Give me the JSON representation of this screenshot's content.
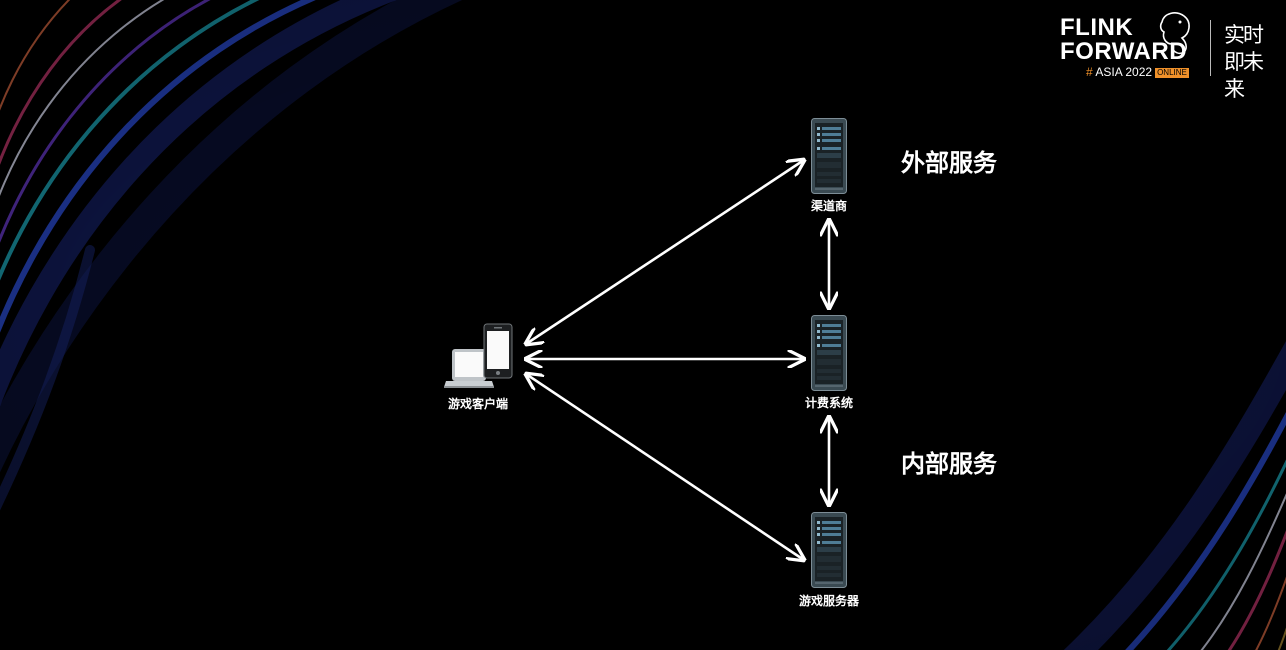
{
  "logo": {
    "line1": "FLINK",
    "line2": "FORWARD",
    "hash": "#",
    "edition": "ASIA 2022",
    "badge": "ONLINE",
    "slogan": "实时即未来",
    "accent_color": "#f0912a"
  },
  "nodes": {
    "client": {
      "label": "游戏客户端",
      "icon": "laptop-phone-icon"
    },
    "channel": {
      "label": "渠道商",
      "icon": "server-icon"
    },
    "billing": {
      "label": "计费系统",
      "icon": "server-icon"
    },
    "game_server": {
      "label": "游戏服务器",
      "icon": "server-icon"
    }
  },
  "groups": {
    "external": "外部服务",
    "internal": "内部服务"
  },
  "edges": [
    {
      "from": "client",
      "to": "channel",
      "direction": "both"
    },
    {
      "from": "client",
      "to": "billing",
      "direction": "both"
    },
    {
      "from": "client",
      "to": "game_server",
      "direction": "both"
    },
    {
      "from": "channel",
      "to": "billing",
      "direction": "both"
    },
    {
      "from": "billing",
      "to": "game_server",
      "direction": "both"
    }
  ]
}
